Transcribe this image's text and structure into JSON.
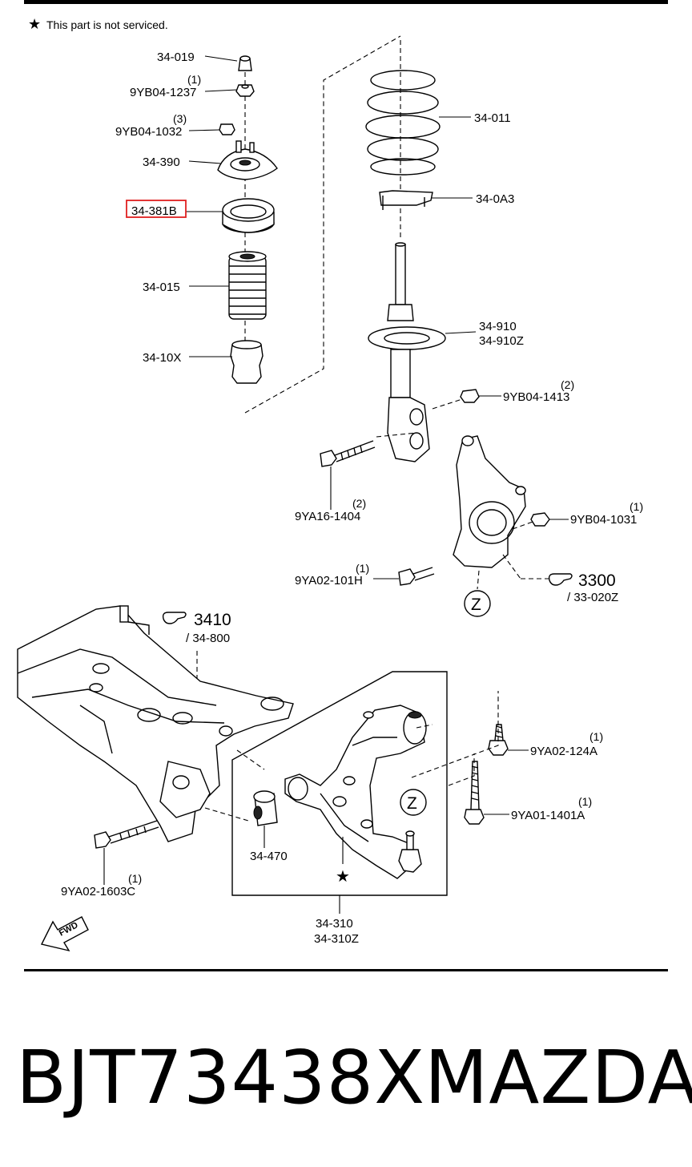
{
  "note": {
    "symbol": "★",
    "text": "This part is not serviced."
  },
  "labels": {
    "l_34_019": "34-019",
    "l_9yb04_1237": "9YB04-1237",
    "q_9yb04_1237": "(1)",
    "l_9yb04_1032": "9YB04-1032",
    "q_9yb04_1032": "(3)",
    "l_34_390": "34-390",
    "l_34_381b": "34-381B",
    "l_34_015": "34-015",
    "l_34_10x": "34-10X",
    "l_34_011": "34-011",
    "l_34_0a3": "34-0A3",
    "l_34_910": "34-910",
    "l_34_910z": "34-910Z",
    "l_9yb04_1413": "9YB04-1413",
    "q_9yb04_1413": "(2)",
    "l_9ya16_1404": "9YA16-1404",
    "q_9ya16_1404": "(2)",
    "l_9yb04_1031": "9YB04-1031",
    "q_9yb04_1031": "(1)",
    "l_9ya02_101h": "9YA02-101H",
    "q_9ya02_101h": "(1)",
    "l_3300": "3300",
    "l_33_020z": "/ 33-020Z",
    "l_3410": "3410",
    "l_34_800": "/ 34-800",
    "l_9ya02_124a": "9YA02-124A",
    "q_9ya02_124a": "(1)",
    "l_9ya01_1401a": "9YA01-1401A",
    "q_9ya01_1401a": "(1)",
    "l_34_470": "34-470",
    "l_9ya02_1603c": "9YA02-1603C",
    "q_9ya02_1603c": "(1)",
    "l_34_310": "34-310",
    "l_34_310z": "34-310Z",
    "z1": "Z",
    "z2": "Z",
    "star2": "★",
    "fwd": "FWD"
  },
  "highlight_color": "#e02020",
  "footer": {
    "part_number": "BJT73438X",
    "brand": "MAZDA"
  }
}
